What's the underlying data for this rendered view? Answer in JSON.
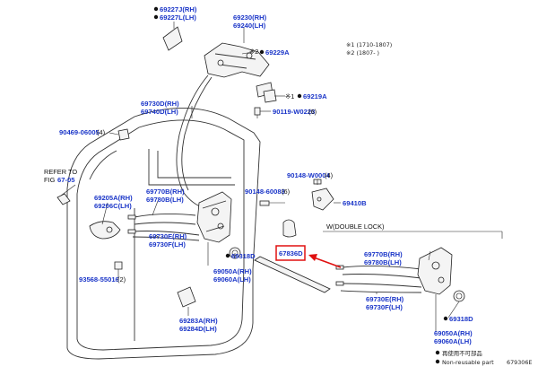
{
  "labels": {
    "p69227J": "69227J(RH)",
    "p69227L": "69227L(LH)",
    "p69230": "69230(RH)",
    "p69240": "69240(LH)",
    "p69229A": "69229A",
    "p69219A": "69219A",
    "p90119": "90119-W0223",
    "p90119_qty": "(6)",
    "p69730D": "69730D(RH)",
    "p69740D": "69740D(LH)",
    "p90469": "90469-06005",
    "p90469_qty": "(4)",
    "refer_to": "REFER TO",
    "fig": "FIG",
    "fig_num": "67-05",
    "p90148w": "90148-W0004",
    "p90148w_qty": "(4)",
    "p90148_60083": "90148-60083",
    "p90148_60083_qty": "(6)",
    "p69410B": "69410B",
    "p69205A": "69205A(RH)",
    "p69206C": "69206C(LH)",
    "p69770B_l": "69770B(RH)",
    "p69780B_l": "69780B(LH)",
    "p69730E_l": "69730E(RH)",
    "p69730F_l": "69730F(LH)",
    "p69318D_l": "69318D",
    "p67836D": "67836D",
    "p93568": "93568-55016",
    "p93568_qty": "(2)",
    "p69050A_l": "69050A(RH)",
    "p69060A_l": "69060A(LH)",
    "p69283A": "69283A(RH)",
    "p69284D": "69284D(LH)",
    "w_double_lock": "W(DOUBLE LOCK)",
    "p69770B_r": "69770B(RH)",
    "p69780B_r": "69780B(LH)",
    "p69730E_r": "69730E(RH)",
    "p69730F_r": "69730F(LH)",
    "p69318D_r": "69318D",
    "p69050A_r": "69050A(RH)",
    "p69060A_r": "69060A(LH)",
    "note1": "※1 (1710-1807)",
    "note2": "※2 (1807-      )",
    "legend_jp": "再使用不可部品",
    "legend_en": "Non-reusable part",
    "diagram_id": "679306E"
  },
  "markers": {
    "note_mark_1": "※1",
    "note_mark_2": "※2"
  },
  "colors": {
    "part_number": "#1a35c8",
    "highlight_box": "#e01010",
    "highlight_arrow": "#e01010"
  }
}
